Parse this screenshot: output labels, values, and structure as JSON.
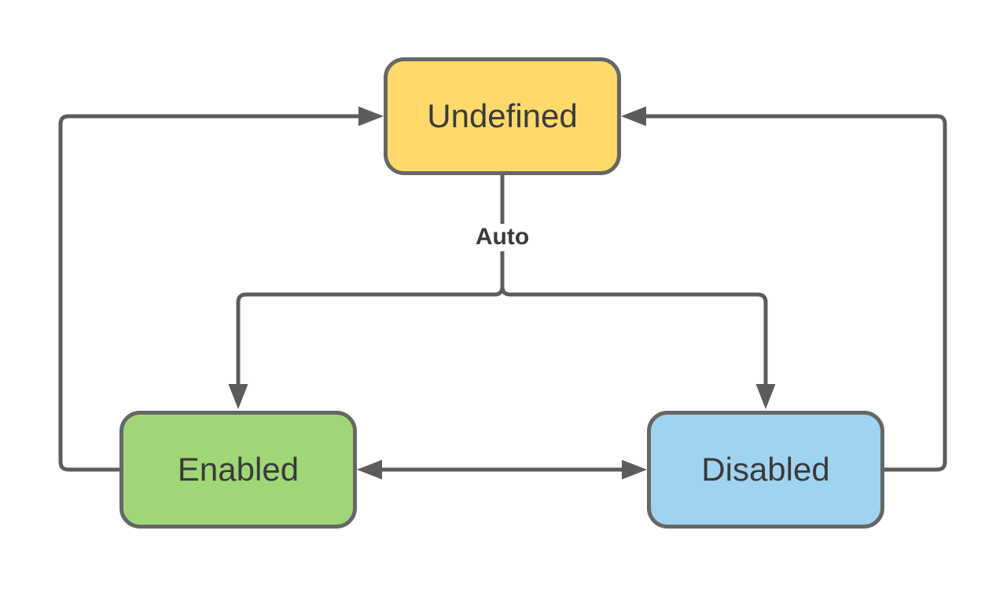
{
  "diagram": {
    "type": "state-diagram",
    "nodes": {
      "undefined": {
        "label": "Undefined",
        "fill": "#FCD96A"
      },
      "enabled": {
        "label": "Enabled",
        "fill": "#A0D776"
      },
      "disabled": {
        "label": "Disabled",
        "fill": "#A0D3F0"
      }
    },
    "edge_labels": {
      "auto": "Auto"
    },
    "edges": [
      {
        "from": "Undefined",
        "to": "Enabled",
        "label": "Auto"
      },
      {
        "from": "Undefined",
        "to": "Disabled",
        "label": "Auto"
      },
      {
        "from": "Enabled",
        "to": "Disabled",
        "label": ""
      },
      {
        "from": "Disabled",
        "to": "Enabled",
        "label": ""
      },
      {
        "from": "Enabled",
        "to": "Undefined",
        "label": ""
      },
      {
        "from": "Disabled",
        "to": "Undefined",
        "label": ""
      }
    ],
    "colors": {
      "line": "#5c5c5c",
      "node_border": "#666666",
      "text": "#3a3a3a",
      "background": "#ffffff"
    }
  }
}
